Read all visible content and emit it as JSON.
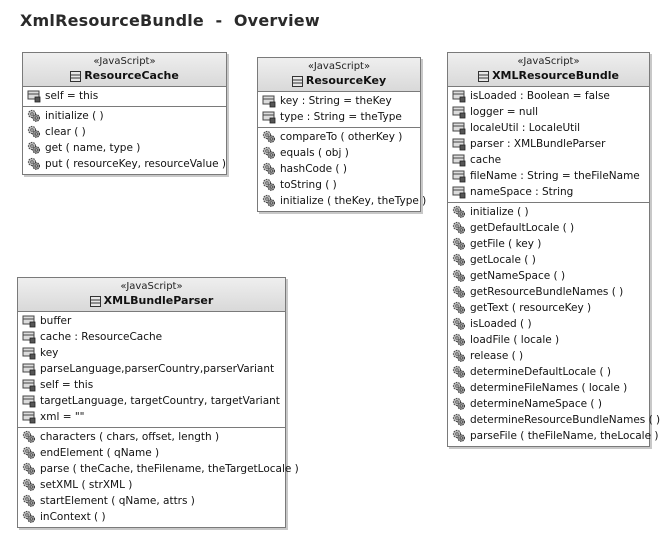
{
  "title": "XmlResourceBundle  -  Overview",
  "classes": [
    {
      "stereotype": "«JavaScript»",
      "name": "ResourceCache",
      "attributes": [
        "self = this"
      ],
      "operations": [
        "initialize ( )",
        "clear ( )",
        "get ( name, type )",
        "put ( resourceKey, resourceValue )"
      ]
    },
    {
      "stereotype": "«JavaScript»",
      "name": "ResourceKey",
      "attributes": [
        "key : String = theKey",
        "type : String = theType"
      ],
      "operations": [
        "compareTo ( otherKey )",
        "equals ( obj )",
        "hashCode ( )",
        "toString ( )",
        "initialize ( theKey, theType )"
      ]
    },
    {
      "stereotype": "«JavaScript»",
      "name": "XMLResourceBundle",
      "attributes": [
        "isLoaded : Boolean = false",
        "logger = null",
        "localeUtil : LocaleUtil",
        "parser : XMLBundleParser",
        "cache",
        "fileName : String = theFileName",
        "nameSpace : String"
      ],
      "operations": [
        "initialize ( )",
        "getDefaultLocale ( )",
        "getFile ( key )",
        "getLocale ( )",
        "getNameSpace ( )",
        "getResourceBundleNames ( )",
        "getText ( resourceKey )",
        "isLoaded ( )",
        "loadFile ( locale )",
        "release ( )",
        "determineDefaultLocale ( )",
        "determineFileNames ( locale )",
        "determineNameSpace ( )",
        "determineResourceBundleNames ( )",
        "parseFile ( theFileName, theLocale )"
      ]
    },
    {
      "stereotype": "«JavaScript»",
      "name": "XMLBundleParser",
      "attributes": [
        "buffer",
        "cache : ResourceCache",
        "key",
        "parseLanguage,parserCountry,parserVariant",
        "self = this",
        "targetLanguage, targetCountry, targetVariant",
        "xml = \"\""
      ],
      "operations": [
        "characters ( chars, offset, length )",
        "endElement ( qName )",
        "parse ( theCache, theFilename, theTargetLocale )",
        "setXML ( strXML )",
        "startElement ( qName, attrs )",
        "inContext ( )"
      ]
    }
  ],
  "icons": {
    "class": "class-icon",
    "attribute": "attribute-icon",
    "operation": "operation-icon"
  }
}
